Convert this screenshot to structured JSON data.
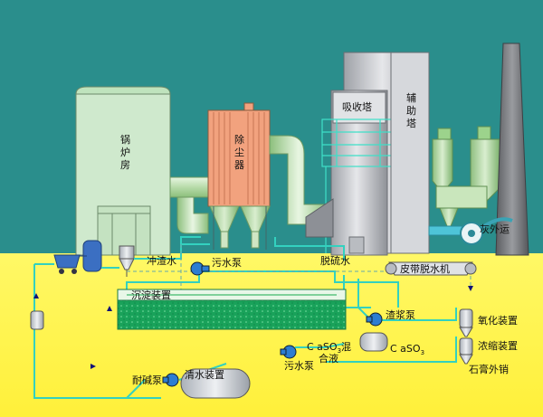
{
  "diagram": {
    "colors": {
      "sky": "#2a8e8c",
      "ground": "#fff24a",
      "building": "#cfe9cd",
      "dust": "#f2a27e",
      "tower": "#d2d4d8",
      "pipe_green": "#36d6c2",
      "tank_green": "#1ea35a"
    },
    "labels": {
      "boiler": [
        "锅",
        "炉",
        "房"
      ],
      "dust_collector": [
        "除",
        "尘",
        "器"
      ],
      "absorber": "吸收塔",
      "aux_tower": [
        "辅",
        "助",
        "塔"
      ],
      "ash_out": "灰外运",
      "slag_flush": "冲渣水",
      "sewage_pump_top": "污水泵",
      "desulf_water": "脱硫水",
      "belt_filter": "皮带脱水机",
      "sedimentation": "沉淀装置",
      "slurry_pump": "渣浆泵",
      "caso3_mix_1": "C aSO",
      "caso3_mix_sub": "3",
      "caso3_mix_2": "混",
      "caso3_mix_3": "合液",
      "sewage_pump_bottom": "污水泵",
      "caso3": "C aSO",
      "caso3_sub": "3",
      "oxidation": "氧化装置",
      "concentration": "浓缩装置",
      "gypsum": "石膏外销",
      "alkali_pump": "耐碱泵",
      "clear_water": "清水装置"
    }
  }
}
